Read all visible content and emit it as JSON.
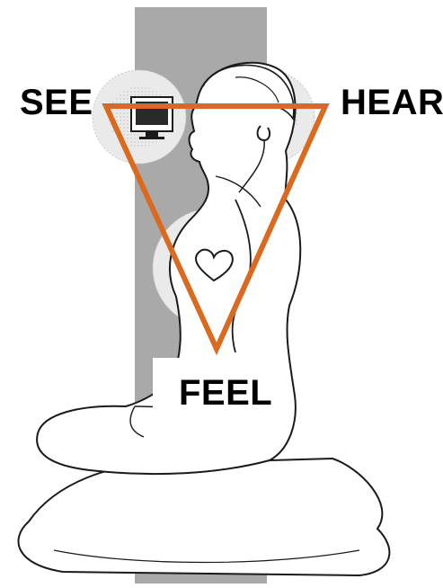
{
  "labels": {
    "see": "SEE",
    "hear": "HEAR",
    "feel": "FEEL"
  },
  "colors": {
    "triangle": "#d96a1f",
    "column": "#a9a9a9",
    "halo": "#c8c8c8",
    "line_art": "#1a1a1a"
  },
  "icons": [
    "monitor-icon",
    "earphone-icon",
    "heart-icon"
  ]
}
